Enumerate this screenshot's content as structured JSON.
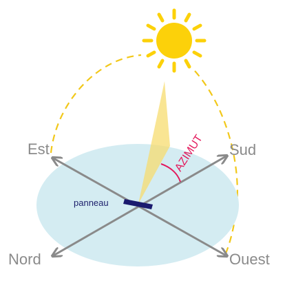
{
  "labels": {
    "east": "Est",
    "south": "Sud",
    "north": "Nord",
    "west": "Ouest",
    "panel": "panneau",
    "azimuth": "AZIMUT"
  },
  "icons": {
    "sun": "sun-icon",
    "panel": "solar-panel-icon"
  },
  "colors": {
    "sun": "#fcd10a",
    "sun_path": "#f2c81a",
    "ground": "#d4ecf2",
    "axes": "#8a8a8a",
    "labels": "#8a8a8a",
    "panel": "#1a1a6e",
    "panel_label": "#1c1f6b",
    "azimuth": "#e3185b",
    "sun_beam": "#f7dc6f"
  }
}
